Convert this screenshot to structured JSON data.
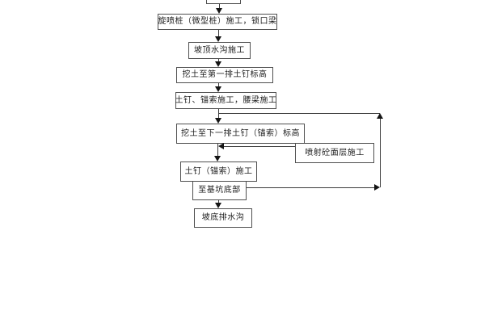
{
  "diagram": {
    "type": "flowchart",
    "background_color": "#ffffff",
    "line_color": "#3b3b3b",
    "box_border_color": "#4f4f4f",
    "text_color": "#1c1c1c",
    "nodes": {
      "top_cut_off": {
        "label": ""
      },
      "jet_grouting_pile": {
        "label": "旋喷桩（微型桩）施工，锁口梁"
      },
      "slope_top_ditch": {
        "label": "坡顶水沟施工"
      },
      "excavate_first_row": {
        "label": "挖土至第一排土钉标高"
      },
      "nail_anchor_waist_beam": {
        "label": "土钉、锚索施工，腰梁施工"
      },
      "excavate_next_row": {
        "label": "挖土至下一排土钉（锚索）标高"
      },
      "nail_anchor_construction": {
        "label": "土钉（锚索）施工"
      },
      "reach_pit_bottom": {
        "label": "至基坑底部"
      },
      "slope_bottom_drain": {
        "label": "坡底排水沟"
      },
      "shotcrete_face_layer": {
        "label": "喷射砼面层施工"
      }
    },
    "edges": [
      {
        "from": "top_cut_off",
        "to": "jet_grouting_pile",
        "style": "arrow-down"
      },
      {
        "from": "jet_grouting_pile",
        "to": "slope_top_ditch",
        "style": "arrow-down"
      },
      {
        "from": "slope_top_ditch",
        "to": "excavate_first_row",
        "style": "arrow-down"
      },
      {
        "from": "excavate_first_row",
        "to": "nail_anchor_waist_beam",
        "style": "arrow-down"
      },
      {
        "from": "nail_anchor_waist_beam",
        "to": "excavate_next_row",
        "style": "arrow-down"
      },
      {
        "from": "excavate_next_row",
        "to": "nail_anchor_construction",
        "style": "arrow-down"
      },
      {
        "from": "shotcrete_face_layer",
        "to": "connector excavate_next_row→nail_anchor_construction",
        "style": "arrow-left"
      },
      {
        "from": "reach_pit_bottom",
        "to": "excavate_next_row",
        "style": "loop right-up-left"
      },
      {
        "from": "reach_pit_bottom",
        "to": "slope_bottom_drain",
        "style": "arrow-down"
      }
    ]
  }
}
